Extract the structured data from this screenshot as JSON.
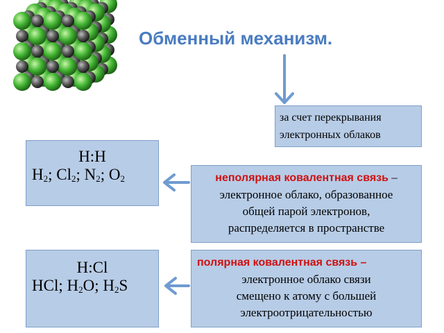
{
  "title": "Обменный механизм.",
  "colors": {
    "title": "#4a7cc0",
    "box_fill": "#b7cce6",
    "box_border": "#7e9fc8",
    "arrow": "#6f9bd1",
    "term": "#d01010",
    "green_atom": "#46b836",
    "grey_atom": "#5a5a5a"
  },
  "illustration": "crystal-lattice-icon",
  "overlap_box": {
    "line1": "за счет перекрывания",
    "line2": "электронных облаков"
  },
  "nonpolar": {
    "formula_main": "H:H",
    "formula_list": [
      {
        "sym": "H",
        "sub": "2",
        "sep": "; "
      },
      {
        "sym": "Cl",
        "sub": "2",
        "sep": "; "
      },
      {
        "sym": "N",
        "sub": "2",
        "sep": "; "
      },
      {
        "sym": "O",
        "sub": "2",
        "sep": ""
      }
    ],
    "term": "неполярная ковалентная связь",
    "dash": " –",
    "line2": "электронное облако, образованное",
    "line3": "общей парой электронов,",
    "line4": "распределяется в пространстве"
  },
  "polar": {
    "formula_main": "H:Cl",
    "formula_list": [
      {
        "sym": "HCl",
        "sub": "",
        "sep": "; "
      },
      {
        "sym": "H",
        "sub": "2",
        "sep": ""
      },
      {
        "sym": "O",
        "sub": "",
        "sep": "; "
      },
      {
        "sym": "H",
        "sub": "2",
        "sep": ""
      },
      {
        "sym": "S",
        "sub": "",
        "sep": ""
      }
    ],
    "term": "полярная ковалентная связь –",
    "line2": "электронное облако связи",
    "line3": "смещено к атому с большей",
    "line4": "электроотрицательностью"
  }
}
